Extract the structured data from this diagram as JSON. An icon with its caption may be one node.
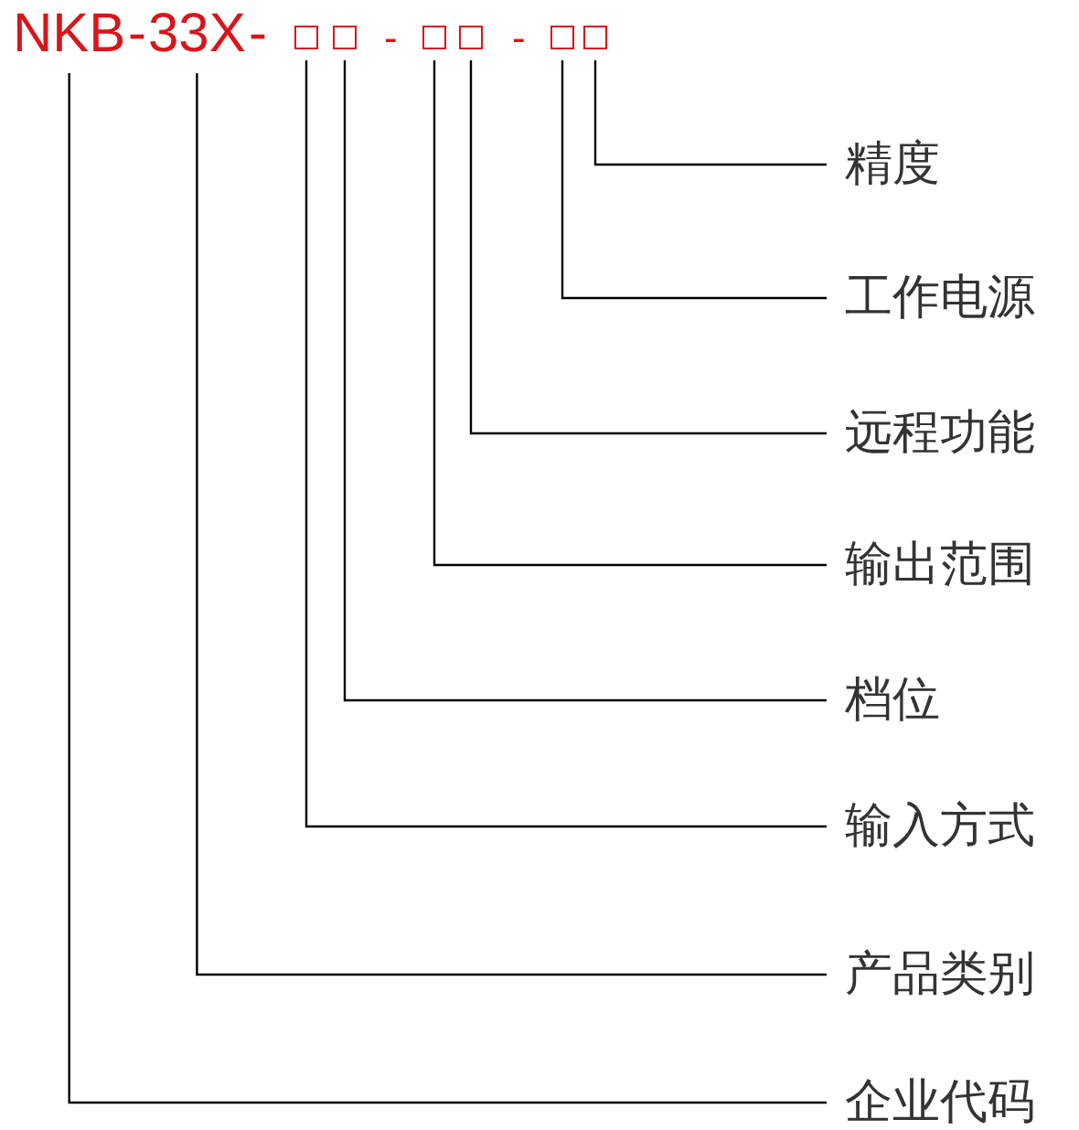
{
  "diagram": {
    "nodes": [
      {
        "text": [
          "NKB"
        ]
      },
      {
        "text": [
          "33X"
        ]
      },
      {
        "text": [],
        "shape": "box"
      },
      {
        "text": [],
        "shape": "box"
      },
      {
        "text": [],
        "shape": "box"
      },
      {
        "text": [],
        "shape": "box"
      },
      {
        "text": [],
        "shape": "box"
      },
      {
        "text": [],
        "shape": "box"
      },
      {
        "text": [
          "精度"
        ]
      },
      {
        "text": [
          "工作电源"
        ]
      },
      {
        "text": [
          "远程功能"
        ]
      },
      {
        "text": [
          "输出范围"
        ]
      },
      {
        "text": [
          "档位"
        ]
      },
      {
        "text": [
          "输入方式"
        ]
      },
      {
        "text": [
          "产品类别"
        ]
      },
      {
        "text": [
          "企业代码"
        ]
      }
    ],
    "edges": [
      {
        "from": 7,
        "to": 8,
        "arrow": "none"
      },
      {
        "from": 6,
        "to": 9,
        "arrow": "none"
      },
      {
        "from": 5,
        "to": 10,
        "arrow": "none"
      },
      {
        "from": 4,
        "to": 11,
        "arrow": "none"
      },
      {
        "from": 3,
        "to": 12,
        "arrow": "none"
      },
      {
        "from": 2,
        "to": 13,
        "arrow": "none"
      },
      {
        "from": 1,
        "to": 14,
        "arrow": "none"
      },
      {
        "from": 0,
        "to": 15,
        "arrow": "none"
      }
    ],
    "labels": [
      "-",
      "-",
      "-",
      "-"
    ]
  }
}
